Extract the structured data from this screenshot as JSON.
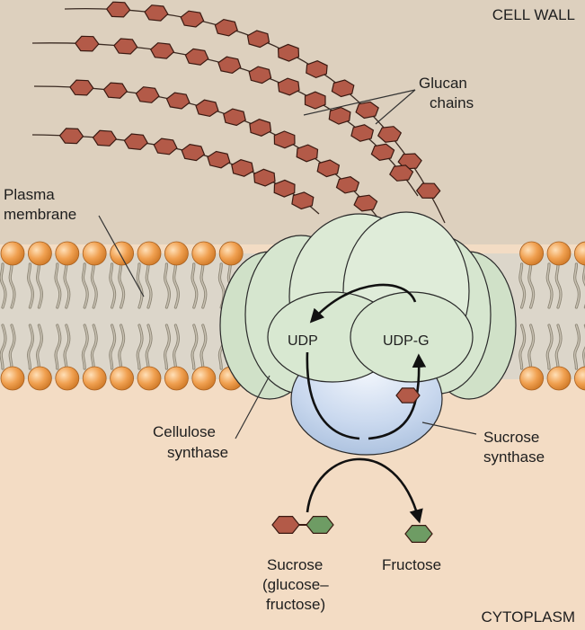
{
  "regions": {
    "top": "CELL WALL",
    "bottom": "CYTOPLASM"
  },
  "labels": {
    "glucan": [
      "Glucan",
      "chains"
    ],
    "plasma": [
      "Plasma",
      "membrane"
    ],
    "cellulose": [
      "Cellulose",
      "synthase"
    ],
    "sucrose_synthase": [
      "Sucrose",
      "synthase"
    ],
    "sucrose": [
      "Sucrose",
      "(glucose–",
      "fructose)"
    ],
    "fructose": "Fructose"
  },
  "molecules": {
    "udp": "UDP",
    "udpg": "UDP-G"
  },
  "colors": {
    "cell_wall": "#ddd0be",
    "cytoplasm": "#f3dcc4",
    "lipid_head": "#f0a050",
    "glucose": "#b35a48",
    "fructose": "#6e9c64",
    "cellulose_synthase": "#d4e4cc",
    "sucrose_synthase": "#c8d8ec"
  }
}
